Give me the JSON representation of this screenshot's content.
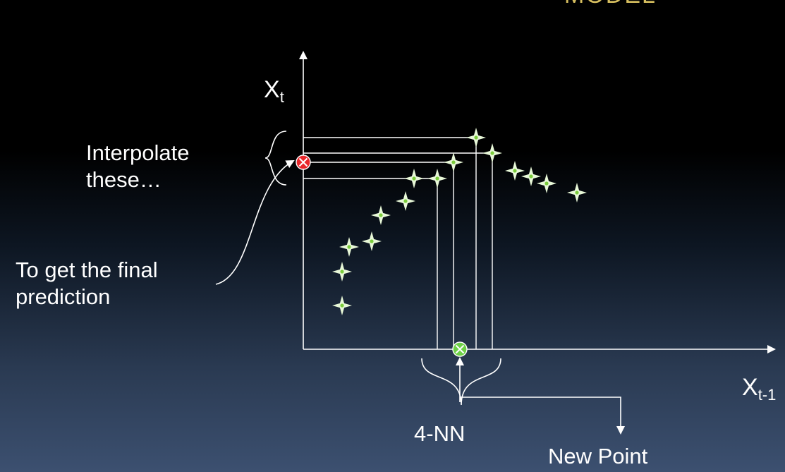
{
  "title_sliver": "MODEL",
  "labels": {
    "y_axis": {
      "main": "X",
      "sub": "t"
    },
    "x_axis": {
      "main": "X",
      "sub": "t-1"
    },
    "interpolate": [
      "Interpolate",
      "these…"
    ],
    "final_prediction": [
      "To get the final",
      "prediction"
    ],
    "knn": "4-NN",
    "new_point": "New Point"
  },
  "colors": {
    "line": "#ffffff",
    "point_star": "#e8f8d8",
    "point_center": "#7acc3a",
    "predicted_marker": "#e8262a",
    "new_point_marker": "#6dd046"
  },
  "icons": {
    "predicted_marker": "circled-x-icon",
    "new_point_marker": "circled-x-icon",
    "data_point": "four-point-star-icon"
  },
  "chart_data": {
    "type": "scatter",
    "title": "",
    "xlabel": "Xt-1",
    "ylabel": "Xt",
    "xlim": [
      0,
      670
    ],
    "ylim": [
      0,
      425
    ],
    "points": [
      [
        55,
        62
      ],
      [
        55,
        110
      ],
      [
        65,
        145
      ],
      [
        97,
        153
      ],
      [
        110,
        190
      ],
      [
        145,
        210
      ],
      [
        157,
        242
      ],
      [
        190,
        242
      ],
      [
        213,
        265
      ],
      [
        245,
        300
      ],
      [
        268,
        278
      ],
      [
        300,
        253
      ],
      [
        323,
        245
      ],
      [
        345,
        235
      ],
      [
        388,
        222
      ]
    ],
    "nearest_neighbors": [
      [
        190,
        242
      ],
      [
        213,
        265
      ],
      [
        245,
        300
      ],
      [
        268,
        278
      ]
    ],
    "new_point_x": 222,
    "predicted_y": 265
  }
}
